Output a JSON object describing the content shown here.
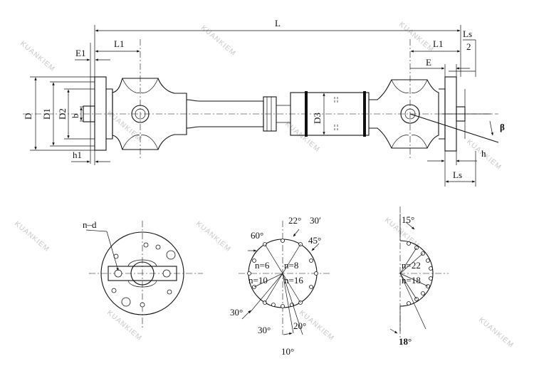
{
  "watermark": "KUANKIEM",
  "dimensions": {
    "L": "L",
    "L1_left": "L1",
    "L1_right": "L1",
    "E1": "E1",
    "E": "E",
    "Ls_over_2_num": "Ls",
    "Ls_over_2_den": "2",
    "Ls": "Ls",
    "D": "D",
    "D1": "D1",
    "D2": "D2",
    "D3": "D3",
    "b": "b",
    "h1": "h1",
    "h": "h",
    "beta": "β"
  },
  "flange_view": {
    "label": "n–d"
  },
  "pattern_view_1": {
    "angles": [
      "22°",
      "30′",
      "60°",
      "45°",
      "30°",
      "30°",
      "20°",
      "10°"
    ],
    "n_labels": [
      "n=6",
      "n=8",
      "n=10",
      "n=16"
    ]
  },
  "pattern_view_2": {
    "angles": [
      "15°",
      "18°"
    ],
    "n_labels": [
      "n=22",
      "n=18"
    ]
  }
}
